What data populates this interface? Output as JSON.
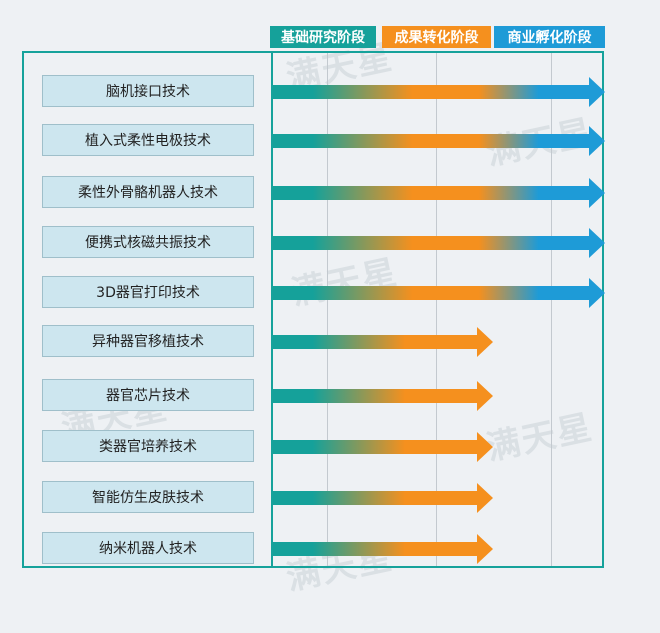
{
  "stages": [
    {
      "label": "基础研究阶段",
      "color": "#15a19a"
    },
    {
      "label": "成果转化阶段",
      "color": "#f5901e"
    },
    {
      "label": "商业孵化阶段",
      "color": "#1e9bd7"
    }
  ],
  "technologies": [
    {
      "label": "脑机接口技术",
      "reach": "商业孵化阶段"
    },
    {
      "label": "植入式柔性电极技术",
      "reach": "商业孵化阶段"
    },
    {
      "label": "柔性外骨骼机器人技术",
      "reach": "商业孵化阶段"
    },
    {
      "label": "便携式核磁共振技术",
      "reach": "商业孵化阶段"
    },
    {
      "label": "3D器官打印技术",
      "reach": "商业孵化阶段"
    },
    {
      "label": "异种器官移植技术",
      "reach": "成果转化阶段"
    },
    {
      "label": "器官芯片技术",
      "reach": "成果转化阶段"
    },
    {
      "label": "类器官培养技术",
      "reach": "成果转化阶段"
    },
    {
      "label": "智能仿生皮肤技术",
      "reach": "成果转化阶段"
    },
    {
      "label": "纳米机器人技术",
      "reach": "成果转化阶段"
    }
  ],
  "watermark": "满天星"
}
